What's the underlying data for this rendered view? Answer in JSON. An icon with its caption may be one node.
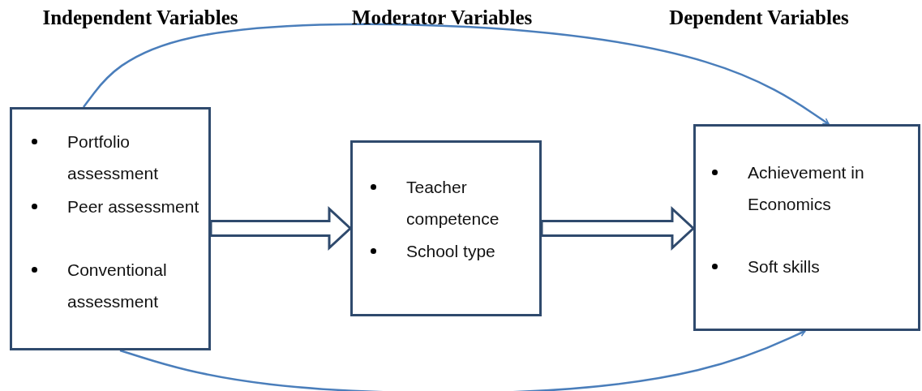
{
  "diagram": {
    "nodes": [
      {
        "text": [
          "Portfolio assessment",
          "Peer assessment",
          "Conventional assessment"
        ]
      },
      {
        "text": [
          "Teacher competence",
          "School type"
        ]
      },
      {
        "text": [
          "Achievement in Economics",
          "Soft skills"
        ]
      }
    ],
    "edges": [
      {
        "from": 0,
        "to": 1,
        "arrow": "to",
        "style": "thick",
        "color": "#2f4a6d"
      },
      {
        "from": 1,
        "to": 2,
        "arrow": "to",
        "style": "thick",
        "color": "#2f4a6d"
      },
      {
        "from": 0,
        "to": 2,
        "arrow": "to",
        "color": "#4a7ebb"
      },
      {
        "from": 0,
        "to": 2,
        "arrow": "to",
        "color": "#4a7ebb"
      }
    ],
    "labels": [
      "Independent Variables",
      "Moderator Variables",
      "Dependent Variables"
    ]
  }
}
